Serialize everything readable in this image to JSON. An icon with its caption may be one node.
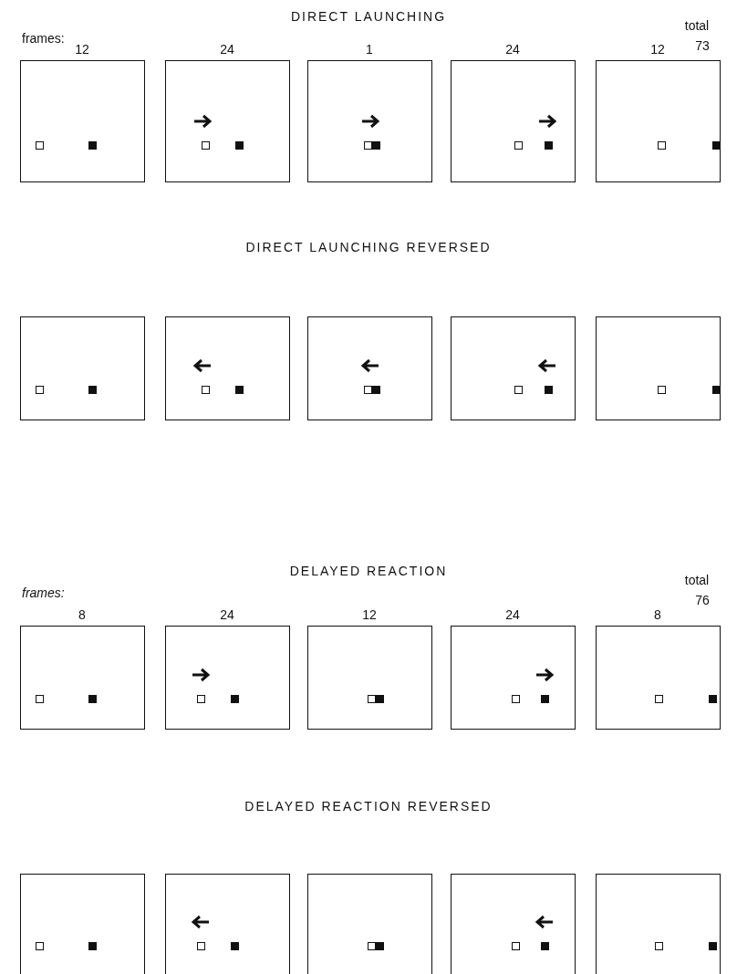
{
  "diagram": {
    "labels": [
      "DIRECT LAUNCHING",
      "total",
      "frames:",
      "73",
      "12",
      "24",
      "1",
      "24",
      "12",
      "DIRECT LAUNCHING REVERSED",
      "DELAYED REACTION",
      "total",
      "frames:",
      "76",
      "8",
      "24",
      "12",
      "24",
      "8",
      "DELAYED REACTION REVERSED"
    ]
  }
}
